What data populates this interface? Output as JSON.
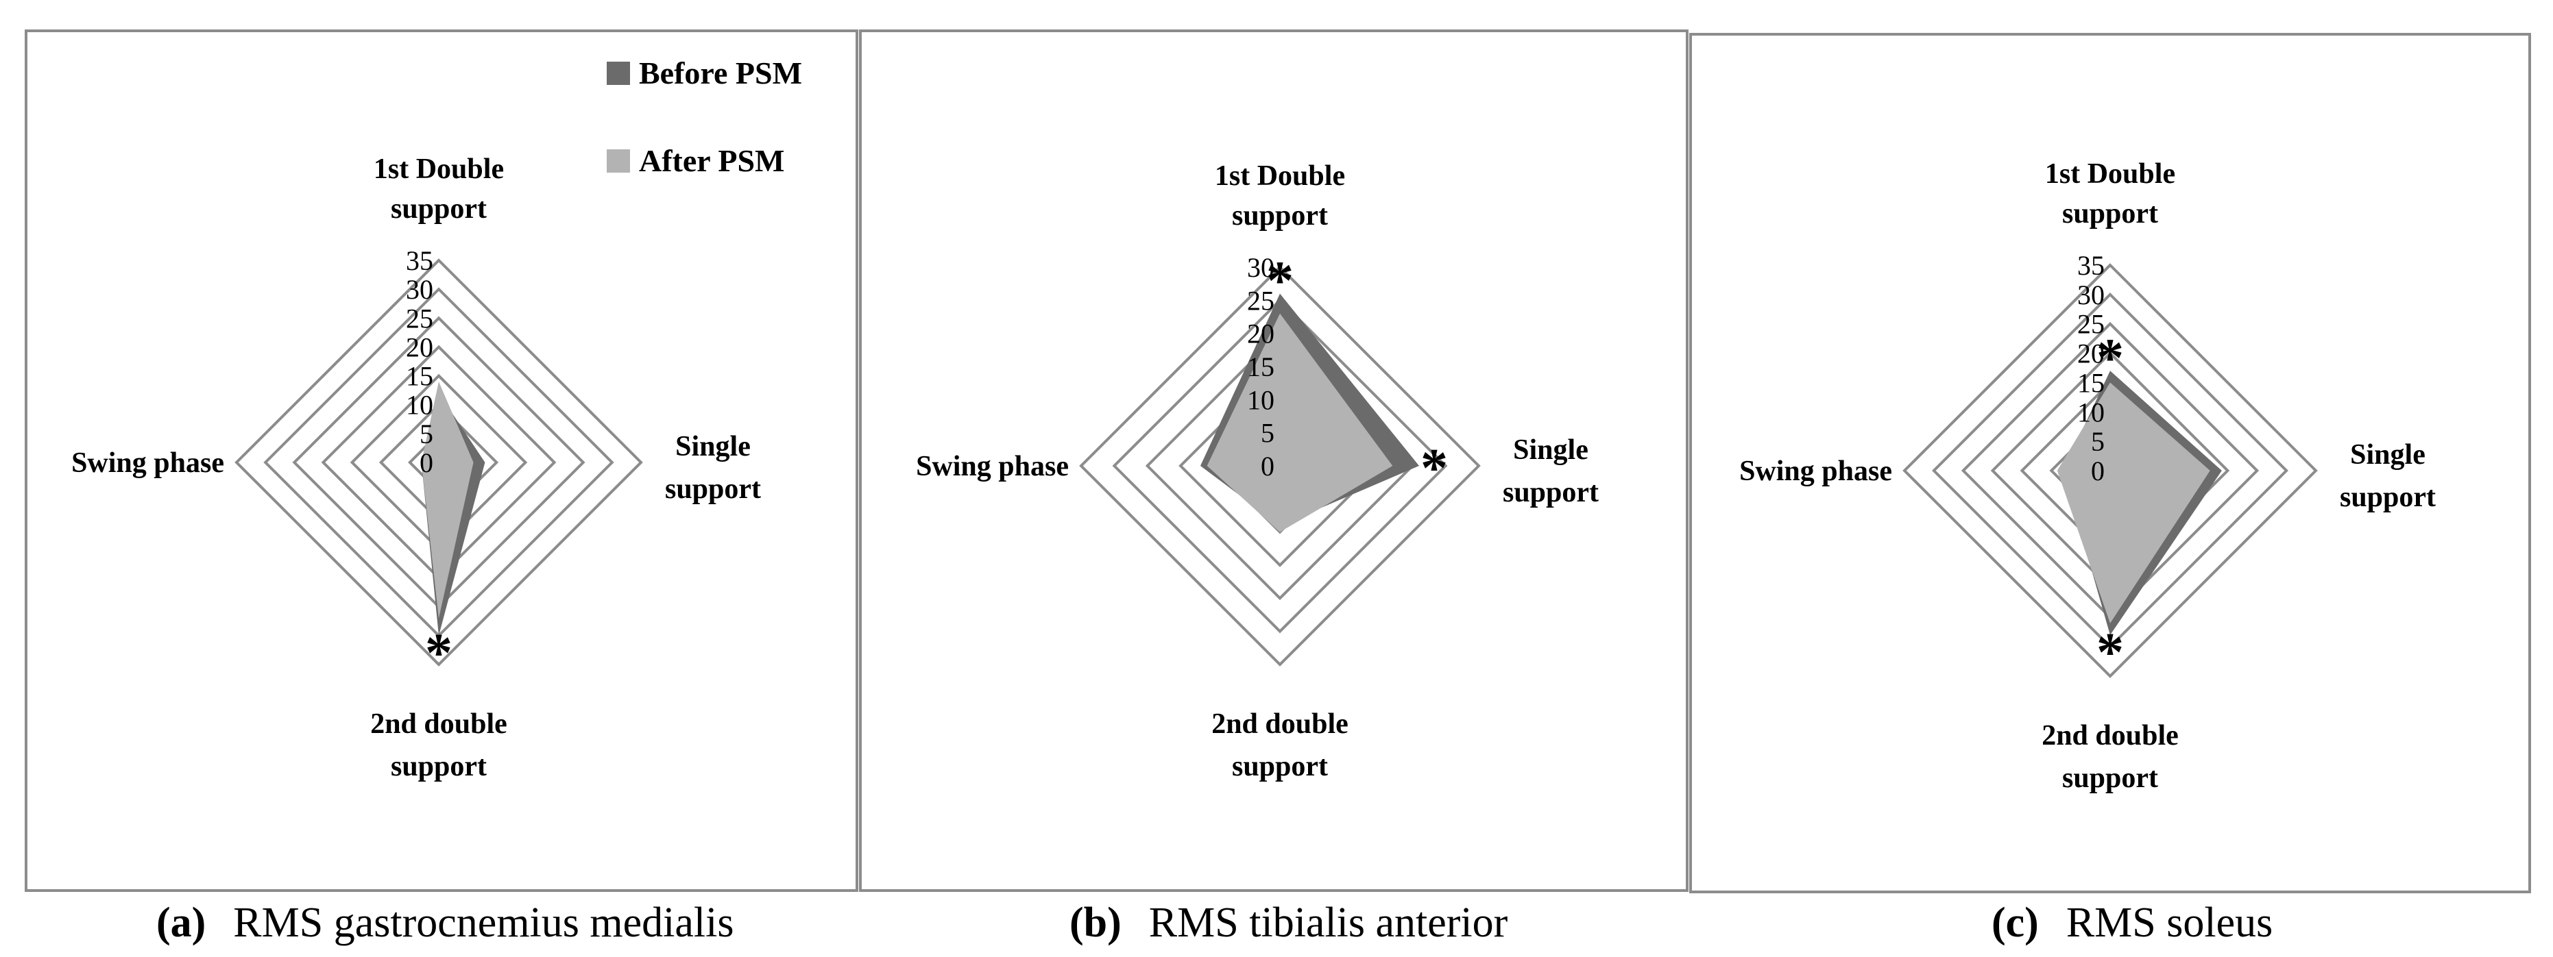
{
  "chart_data": [
    {
      "type": "radar",
      "panel": "(a)",
      "caption": "RMS gastrocnemius medialis",
      "axes": [
        "1st Double support",
        "Single support",
        "2nd double support",
        "Swing phase"
      ],
      "rlim": [
        0,
        35
      ],
      "ticks": [
        "0",
        "5",
        "10",
        "15",
        "20",
        "25",
        "30",
        "35"
      ],
      "series": [
        {
          "name": "Before PSM",
          "color": "#6b6b6b",
          "values": [
            12,
            8,
            30,
            3
          ]
        },
        {
          "name": "After PSM",
          "color": "#b3b3b3",
          "values": [
            14,
            6,
            27,
            3
          ]
        }
      ],
      "significant_axes": [
        2
      ],
      "legend": "top-right"
    },
    {
      "type": "radar",
      "panel": "(b)",
      "caption": "RMS tibialis anterior",
      "axes": [
        "1st Double support",
        "Single support",
        "2nd double support",
        "Swing phase"
      ],
      "rlim": [
        0,
        30
      ],
      "ticks": [
        "0",
        "5",
        "10",
        "15",
        "20",
        "25",
        "30"
      ],
      "series": [
        {
          "name": "Before PSM",
          "color": "#6b6b6b",
          "values": [
            26,
            21,
            9,
            12
          ]
        },
        {
          "name": "After PSM",
          "color": "#b3b3b3",
          "values": [
            23,
            17,
            10,
            11
          ]
        }
      ],
      "significant_axes": [
        0,
        1
      ],
      "legend": "none"
    },
    {
      "type": "radar",
      "panel": "(c)",
      "caption": "RMS soleus",
      "axes": [
        "1st Double support",
        "Single support",
        "2nd double support",
        "Swing phase"
      ],
      "rlim": [
        0,
        35
      ],
      "ticks": [
        "0",
        "5",
        "10",
        "15",
        "20",
        "25",
        "30",
        "35"
      ],
      "series": [
        {
          "name": "Before PSM",
          "color": "#6b6b6b",
          "values": [
            17,
            19,
            28,
            8
          ]
        },
        {
          "name": "After PSM",
          "color": "#b3b3b3",
          "values": [
            15,
            17,
            26,
            9
          ]
        }
      ],
      "significant_axes": [
        0,
        2
      ],
      "legend": "none"
    }
  ],
  "legend": {
    "before_label": "Before PSM",
    "after_label": "After PSM"
  },
  "marker": "*"
}
